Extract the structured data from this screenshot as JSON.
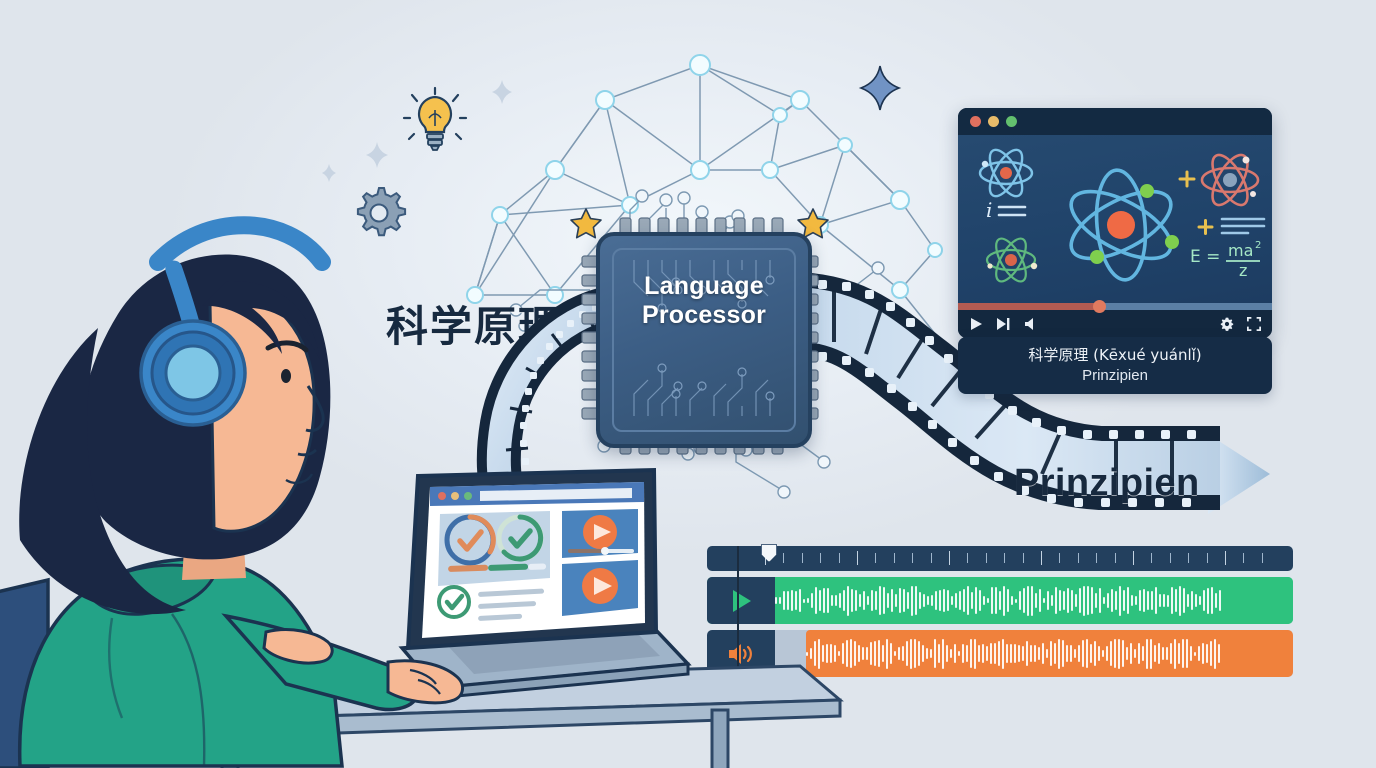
{
  "scene": {
    "title": "AI language processing of educational video",
    "background_color": "#dfe5ec"
  },
  "labels": {
    "source_chinese": "科学原理",
    "chip_line1": "Language",
    "chip_line2": "Processor",
    "output_word": "Prinzipien"
  },
  "video_window": {
    "traffic_lights": [
      "close-red",
      "minimize-amber",
      "maximize-green"
    ],
    "colors": {
      "red": "#e0705f",
      "amber": "#e8bc6a",
      "green": "#63c06e"
    },
    "formula_left": "i ==",
    "formula_right_lhs": "E =",
    "formula_right_num": "ma",
    "formula_right_exp": "2",
    "formula_right_den": "z",
    "progress_percent": 45,
    "controls": [
      {
        "name": "play-icon",
        "glyph": "play"
      },
      {
        "name": "next-track-icon",
        "glyph": "next"
      },
      {
        "name": "volume-icon",
        "glyph": "volume"
      },
      {
        "name": "settings-gear-icon",
        "glyph": "gear"
      },
      {
        "name": "fullscreen-icon",
        "glyph": "fullscreen"
      }
    ],
    "atoms": [
      {
        "name": "atom-small-blue",
        "color": "#7fc4e8",
        "nucleus": "#e4674a"
      },
      {
        "name": "atom-large-blue",
        "color": "#62b6e0",
        "nucleus": "#ef6a45"
      },
      {
        "name": "atom-green",
        "color": "#5fb97e",
        "nucleus": "#d9654a"
      },
      {
        "name": "atom-red",
        "color": "#d9786e",
        "nucleus": "#8aa3bd"
      }
    ]
  },
  "subtitle": {
    "line1": "科学原理 (Kēxué yuánlǐ)",
    "line2": "Prinzipien"
  },
  "timeline": {
    "playhead_position_percent": 5,
    "tracks": [
      {
        "name": "video-audio-track",
        "icon": "play-icon",
        "color": "#2ec27e",
        "icon_color": "#2ec27e"
      },
      {
        "name": "dubbed-audio-track",
        "icon": "speaker-icon",
        "color": "#f0813c",
        "icon_color": "#f0813c"
      }
    ],
    "ruler_ticks": 28
  },
  "laptop": {
    "traffic_lights": [
      "#e0705f",
      "#e8c07a",
      "#6aba7c"
    ],
    "widgets": [
      {
        "name": "progress-ring-blue-orange",
        "ring": "#3f6fa8",
        "arc": "#e08b5a",
        "check": "#e08b5a"
      },
      {
        "name": "progress-ring-green",
        "ring": "#c9e3d4",
        "arc": "#3d9a74",
        "check": "#3d9a74"
      },
      {
        "name": "progress-bar-orange",
        "color": "#d98b5e"
      },
      {
        "name": "progress-bar-green",
        "color": "#3d9a74"
      },
      {
        "name": "video-thumb-1",
        "color": "#4a83bd",
        "play": "#ef7a45"
      },
      {
        "name": "video-thumb-2",
        "color": "#4a83bd",
        "play": "#ef7a45"
      },
      {
        "name": "checklist-check",
        "color": "#3d9a74"
      }
    ]
  },
  "chip": {
    "body_color": "#3c5e85",
    "border_color": "#25415f",
    "pin_color": "#9aa9b8",
    "pins_per_side": 9
  },
  "decor": {
    "lightbulb": {
      "name": "lightbulb-icon",
      "color": "#f5c14e"
    },
    "gear": {
      "name": "gear-icon",
      "color": "#8ba0b5"
    },
    "stars": [
      {
        "name": "star-icon-left",
        "color": "#f2b93f"
      },
      {
        "name": "star-icon-right",
        "color": "#f2b93f"
      }
    ],
    "sparkles": [
      {
        "name": "sparkle-icon-1",
        "color": "#c8d4e2"
      },
      {
        "name": "sparkle-icon-2",
        "color": "#c8d4e2"
      },
      {
        "name": "sparkle-icon-3",
        "color": "#6f8fc0"
      },
      {
        "name": "sparkle-icon-4",
        "color": "#c8d4e2"
      }
    ],
    "neural_node_color": "#d6f0fa",
    "neural_edge_color": "#6d8ba6"
  },
  "person": {
    "name": "student-with-headphones",
    "hair_color": "#1a2744",
    "skin_color": "#f6b894",
    "hoodie_color": "#23a387",
    "headphone_color": "#3a86c8",
    "chair_color": "#2d4f7c"
  },
  "desk": {
    "top_color": "#aebfd2",
    "leg_color": "#2d4766"
  },
  "filmstrip": {
    "color": "#15273c",
    "frame_color": "#ccdcec"
  }
}
